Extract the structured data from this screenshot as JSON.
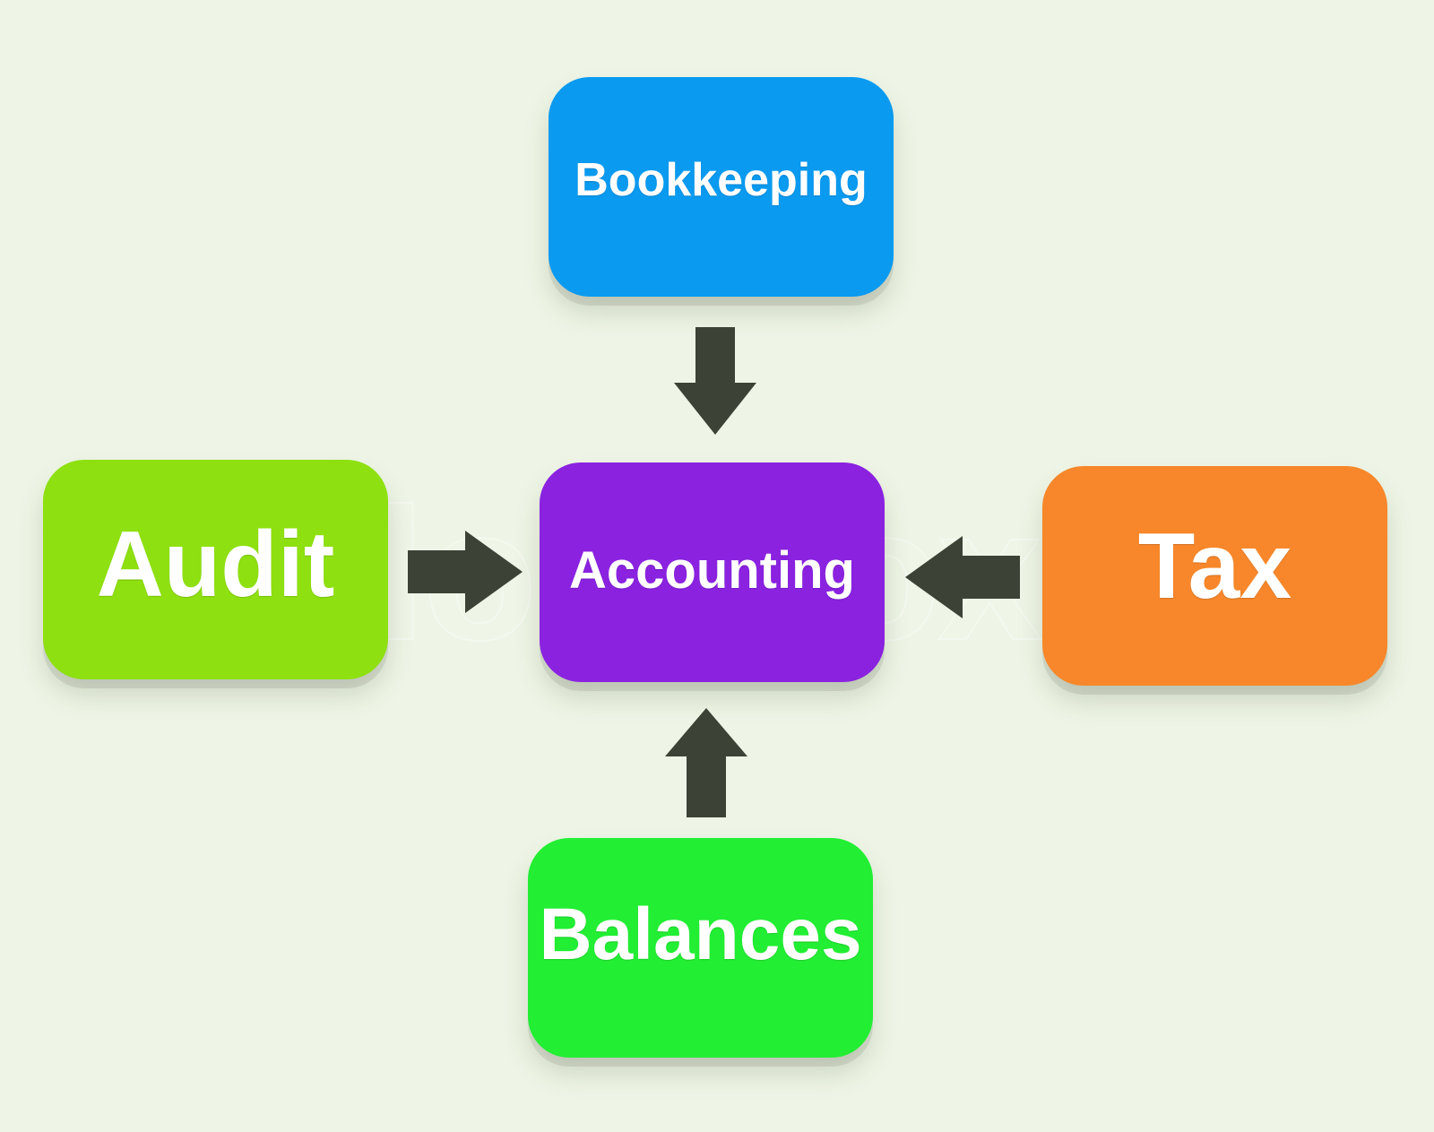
{
  "diagram": {
    "center": {
      "label": "Accounting",
      "color": "#8a22e0"
    },
    "nodes": [
      {
        "id": "top",
        "label": "Bookkeeping",
        "color": "#0a9af0",
        "direction": "down"
      },
      {
        "id": "left",
        "label": "Audit",
        "color": "#8ee010",
        "direction": "right"
      },
      {
        "id": "right",
        "label": "Tax",
        "color": "#f7872a",
        "direction": "left"
      },
      {
        "id": "bottom",
        "label": "Balances",
        "color": "#22ee33",
        "direction": "up"
      }
    ],
    "arrow_color": "#3c4236",
    "background": "#eef5e6"
  },
  "watermark": "colourbox"
}
